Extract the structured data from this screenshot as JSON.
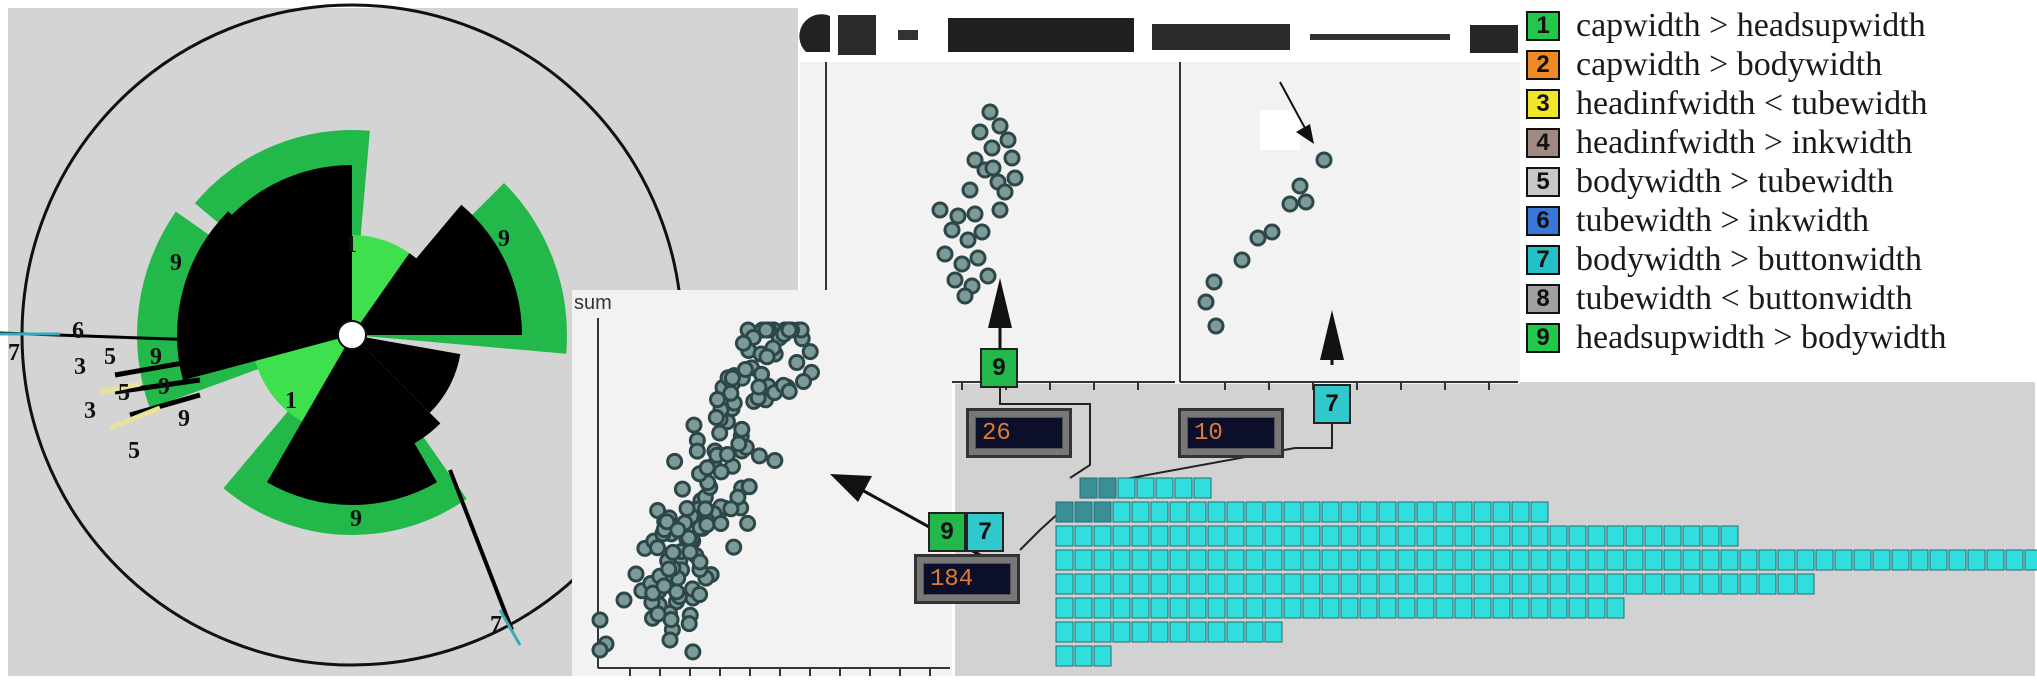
{
  "legend": [
    {
      "num": "1",
      "label": "capwidth > headsupwidth",
      "color": "#22c84a"
    },
    {
      "num": "2",
      "label": "capwidth > bodywidth",
      "color": "#f08a24"
    },
    {
      "num": "3",
      "label": "headinfwidth < tubewidth",
      "color": "#f2e62a"
    },
    {
      "num": "4",
      "label": "headinfwidth > inkwidth",
      "color": "#a08a80"
    },
    {
      "num": "5",
      "label": "bodywidth > tubewidth",
      "color": "#c8c8c8"
    },
    {
      "num": "6",
      "label": "tubewidth > inkwidth",
      "color": "#3a78d8"
    },
    {
      "num": "7",
      "label": "bodywidth > buttonwidth",
      "color": "#24c0c8"
    },
    {
      "num": "8",
      "label": "tubewidth < buttonwidth",
      "color": "#a0a0a0"
    },
    {
      "num": "9",
      "label": "headsupwidth > bodywidth",
      "color": "#22c84a"
    }
  ],
  "readouts": {
    "top_left": "26",
    "top_right": "10",
    "bottom": "184"
  },
  "tags": {
    "scatter_left": "9",
    "scatter_right": "7",
    "pair_first": "9",
    "pair_second": "7"
  },
  "sum_axis_label": "sum",
  "wheel_labels": {
    "inner_top": "1",
    "inner_bottom": "1",
    "sector_left": "9",
    "sector_right": "9",
    "sector_bottom": "9",
    "small_9a": "9",
    "small_9b": "9",
    "small_9c": "9",
    "left_6": "6",
    "left_7": "7",
    "left_5a": "5",
    "left_5b": "5",
    "left_5c": "5",
    "left_3a": "3",
    "left_3b": "3",
    "bottom_7": "7"
  },
  "colors": {
    "panel_gray": "#d4d4d4",
    "plot_bg": "#f2f2f2",
    "green": "#22b84a",
    "cyan": "#31dede",
    "marker": "#4d6b6b"
  }
}
